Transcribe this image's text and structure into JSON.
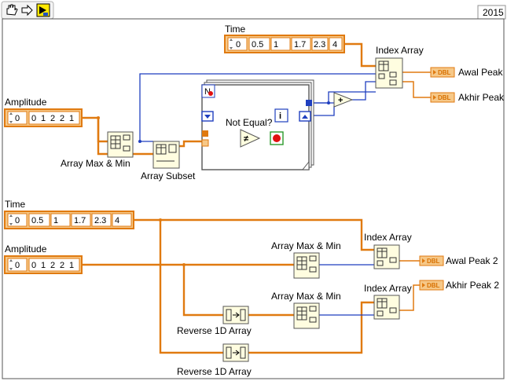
{
  "toolbar": {
    "icons": [
      "hand-tool-icon",
      "run-arrow-icon",
      "vi-icon"
    ]
  },
  "version_tag": "2015",
  "top_section": {
    "time_label": "Time",
    "time_index": "0",
    "time_values": [
      "0.5",
      "1",
      "1.7",
      "2.3",
      "4"
    ],
    "amplitude_label": "Amplitude",
    "amplitude_index": "0",
    "amplitude_values": [
      "0",
      "1",
      "2",
      "2",
      "1"
    ],
    "array_max_min_label": "Array Max & Min",
    "array_subset_label": "Array Subset",
    "not_equal_label": "Not Equal?",
    "index_array_label": "Index Array",
    "indicator_type": "DBL",
    "awal_peak_label": "Awal Peak",
    "akhir_peak_label": "Akhir Peak"
  },
  "bottom_section": {
    "time_label": "Time",
    "time_index": "0",
    "time_values": [
      "0.5",
      "1",
      "1.7",
      "2.3",
      "4"
    ],
    "amplitude_label": "Amplitude",
    "amplitude_index": "0",
    "amplitude_values": [
      "0",
      "1",
      "2",
      "2",
      "1"
    ],
    "array_max_min_1_label": "Array Max & Min",
    "array_max_min_2_label": "Array Max & Min",
    "index_array_1_label": "Index Array",
    "index_array_2_label": "Index Array",
    "reverse_1_label": "Reverse 1D Array",
    "reverse_2_label": "Reverse 1D Array",
    "indicator_type": "DBL",
    "awal_peak_2_label": "Awal Peak 2",
    "akhir_peak_2_label": "Akhir Peak 2"
  },
  "colors": {
    "orange_wire": "#e07a10",
    "blue_wire": "#1f3fbf",
    "node_fill": "#fffde0",
    "loop_blue": "#1f3fbf",
    "stop_red": "#e01010"
  }
}
